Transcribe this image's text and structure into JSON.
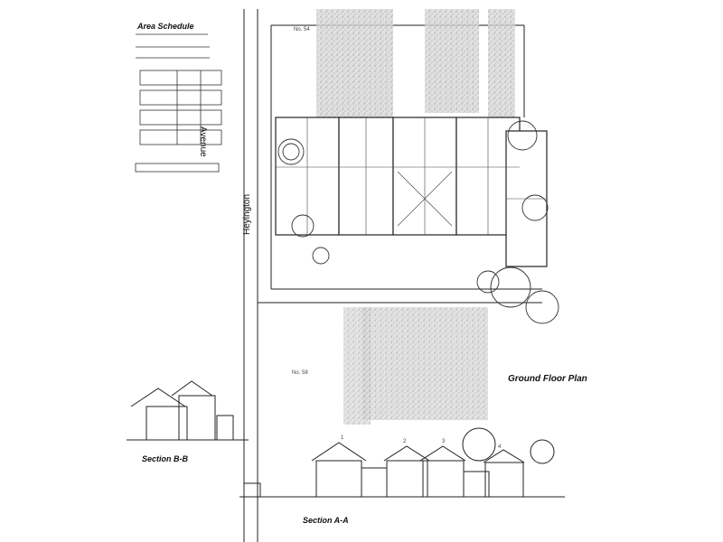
{
  "sheet": {
    "area_schedule_title": "Area Schedule",
    "street_name_part1": "Heyington",
    "street_name_part2": "Avenue",
    "ground_floor_plan_title": "Ground Floor Plan",
    "section_bb_title": "Section B-B",
    "section_aa_title": "Section A-A",
    "lot_no_58": "No. 58",
    "lot_no_54": "No. 54",
    "unit_labels": [
      "1",
      "2",
      "3",
      "4"
    ]
  }
}
